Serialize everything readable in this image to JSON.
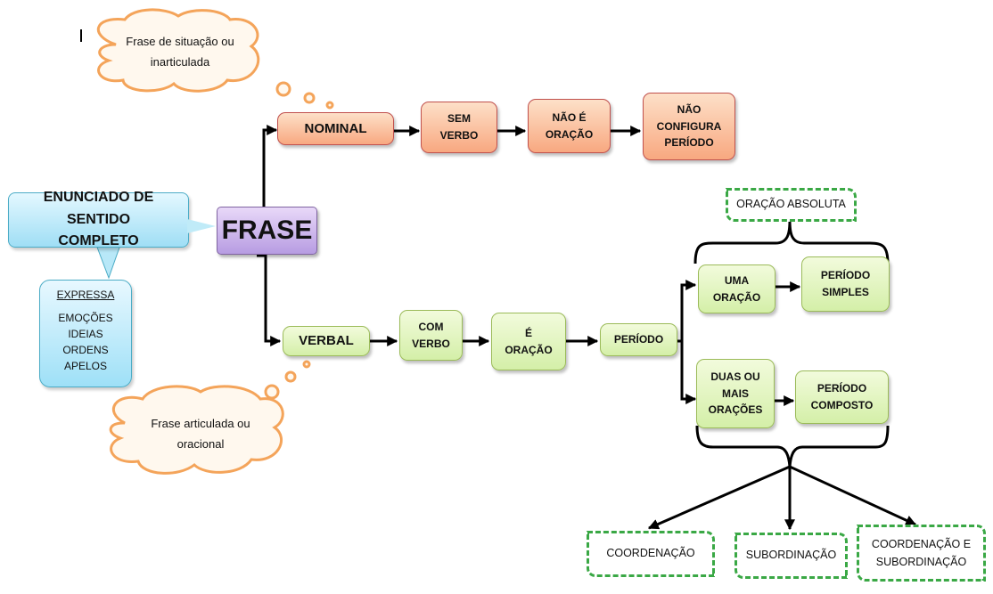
{
  "frase": "FRASE",
  "enunciado": "ENUNCIADO DE SENTIDO COMPLETO",
  "expressa": {
    "header": "EXPRESSA",
    "items": [
      "EMOÇÕES",
      "IDEIAS",
      "ORDENS",
      "APELOS"
    ]
  },
  "clouds": {
    "top": "Frase de situação ou inarticulada",
    "bottom": "Frase articulada ou oracional"
  },
  "nominal": {
    "label": "NOMINAL",
    "steps": [
      "SEM VERBO",
      "NÃO É ORAÇÃO",
      "NÃO CONFIGURA PERÍODO"
    ]
  },
  "verbal": {
    "label": "VERBAL",
    "steps": [
      "COM VERBO",
      "É ORAÇÃO",
      "PERÍODO"
    ]
  },
  "uma_oracao": "UMA ORAÇÃO",
  "periodo_simples": "PERÍODO SIMPLES",
  "oracao_absoluta": "ORAÇÃO ABSOLUTA",
  "duas_oracoes": "DUAS OU MAIS ORAÇÕES",
  "periodo_composto": "PERÍODO COMPOSTO",
  "tipos": [
    "COORDENAÇÃO",
    "SUBORDINAÇÃO",
    "COORDENAÇÃO E SUBORDINAÇÃO"
  ],
  "colors": {
    "orange": "#f8a880",
    "green": "#d4efa8",
    "purple": "#b79ce2",
    "cyan": "#9fdef5",
    "dashed": "#3aa845",
    "cloud": "#f4a45a"
  }
}
